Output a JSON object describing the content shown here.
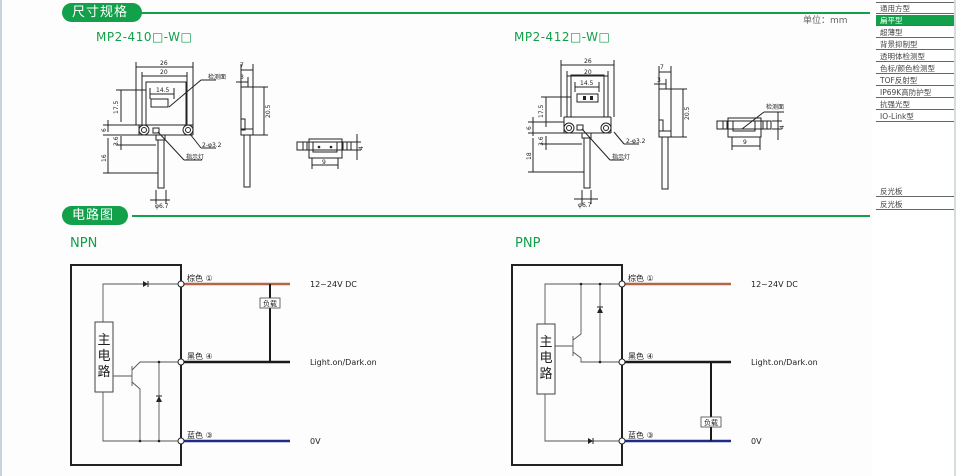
{
  "sections": {
    "dimensions": {
      "title": "尺寸规格",
      "unit_label": "单位：mm"
    },
    "circuit": {
      "title": "电路图"
    }
  },
  "colors": {
    "accent": "#12a04a",
    "brown_wire": "#b4654a",
    "black_wire": "#1a1a1a",
    "blue_wire": "#1f2a8a"
  },
  "models": [
    {
      "title": "MP2-410□-W□",
      "dims": {
        "width_total": "26",
        "width_mount": "20",
        "window": "14.5",
        "h1": "17.5",
        "h2": "6",
        "h3": "3.6",
        "h4": "16",
        "cable": "φ6.7",
        "hole": "2-φ3.2",
        "depth": "7",
        "depth2": "3",
        "height": "20.5",
        "bottom_w": "9",
        "bottom_h": "4"
      },
      "labels": {
        "detect_face": "检测面",
        "indicator": "指示灯"
      }
    },
    {
      "title": "MP2-412□-W□",
      "dims": {
        "width_total": "26",
        "width_mount": "20",
        "window": "14.5",
        "h1": "17.5",
        "h2": "6",
        "h3": "3.6",
        "h4": "18",
        "cable": "φ6.7",
        "hole": "2-φ3.2",
        "depth": "7",
        "depth2": "3",
        "height": "20.5",
        "bottom_w": "9",
        "bottom_h": "4"
      },
      "labels": {
        "detect_face": "检测面",
        "indicator": "指示灯"
      }
    }
  ],
  "circuits": [
    {
      "title": "NPN",
      "main_circuit": [
        "主",
        "电",
        "路"
      ],
      "wires": [
        {
          "label": "棕色 ①",
          "signal": "12~24V DC"
        },
        {
          "label": "黑色 ④",
          "signal": "Light.on/Dark.on"
        },
        {
          "label": "蓝色 ③",
          "signal": "0V"
        }
      ],
      "load_label": "负载"
    },
    {
      "title": "PNP",
      "main_circuit": [
        "主",
        "电",
        "路"
      ],
      "wires": [
        {
          "label": "棕色 ①",
          "signal": "12~24V DC"
        },
        {
          "label": "黑色 ④",
          "signal": "Light.on/Dark.on"
        },
        {
          "label": "蓝色 ③",
          "signal": "0V"
        }
      ],
      "load_label": "负载"
    }
  ],
  "sidebar": {
    "groups": [
      {
        "items": [
          {
            "label": "通用方型",
            "active": false
          },
          {
            "label": "扁平型",
            "active": true
          },
          {
            "label": "超薄型",
            "active": false
          },
          {
            "label": "背景抑制型",
            "active": false
          },
          {
            "label": "透明体检测型",
            "active": false
          },
          {
            "label": "色标/颜色检测型",
            "active": false
          },
          {
            "label": "TOF反射型",
            "active": false
          },
          {
            "label": "IP69K高防护型",
            "active": false
          },
          {
            "label": "抗强光型",
            "active": false
          },
          {
            "label": "IO-Link型",
            "active": false
          }
        ]
      },
      {
        "items": [
          {
            "label": "反光板",
            "active": false
          },
          {
            "label": "反光板",
            "active": false
          }
        ]
      }
    ]
  }
}
